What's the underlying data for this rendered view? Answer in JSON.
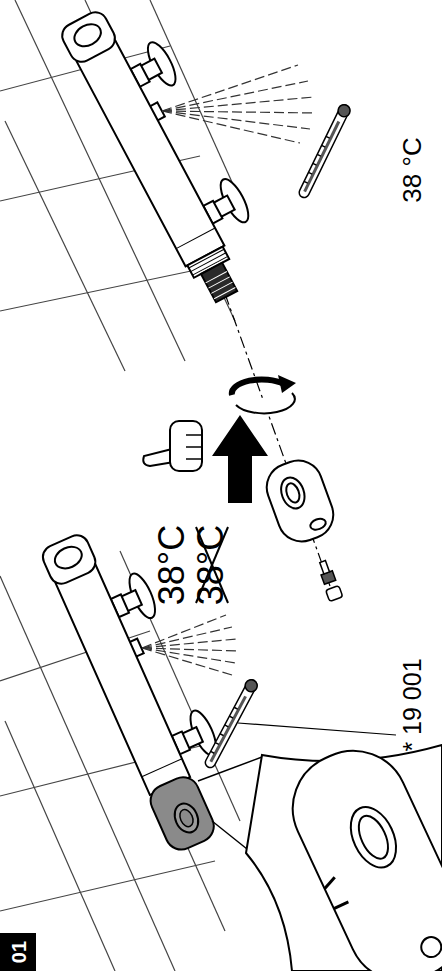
{
  "diagram": {
    "labels": [
      "38 °C",
      "38°C",
      "38°C",
      "* 19 001",
      "01"
    ]
  }
}
